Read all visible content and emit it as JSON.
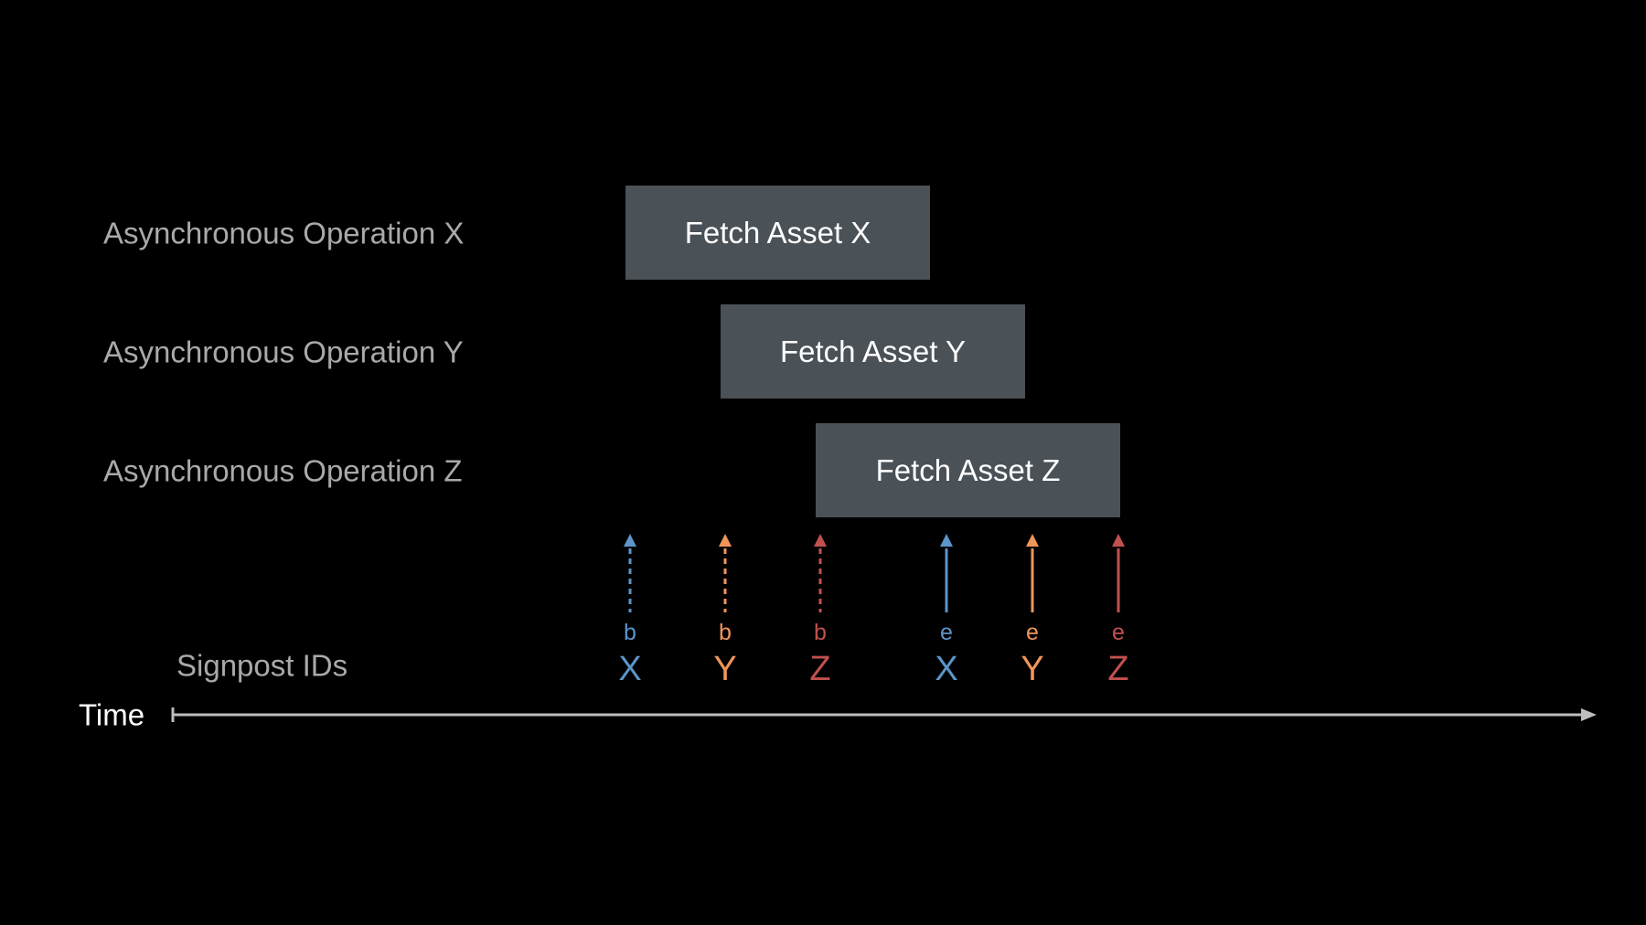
{
  "operations": [
    {
      "label": "Asynchronous Operation X",
      "task": "Fetch Asset X"
    },
    {
      "label": "Asynchronous Operation Y",
      "task": "Fetch Asset Y"
    },
    {
      "label": "Asynchronous Operation Z",
      "task": "Fetch Asset Z"
    }
  ],
  "signposts": {
    "title": "Signpost IDs",
    "markers": [
      {
        "kind": "b",
        "id": "X",
        "style": "dashed",
        "color": "#5b95c9"
      },
      {
        "kind": "b",
        "id": "Y",
        "style": "dashed",
        "color": "#f0955a"
      },
      {
        "kind": "b",
        "id": "Z",
        "style": "dashed",
        "color": "#c2504f"
      },
      {
        "kind": "e",
        "id": "X",
        "style": "solid",
        "color": "#5b95c9"
      },
      {
        "kind": "e",
        "id": "Y",
        "style": "solid",
        "color": "#f0955a"
      },
      {
        "kind": "e",
        "id": "Z",
        "style": "solid",
        "color": "#c2504f"
      }
    ]
  },
  "time_axis": {
    "label": "Time"
  },
  "colors": {
    "background": "#000000",
    "box": "#4a5157",
    "label_gray": "#a9a9a9",
    "axis": "#bdbdbd"
  }
}
